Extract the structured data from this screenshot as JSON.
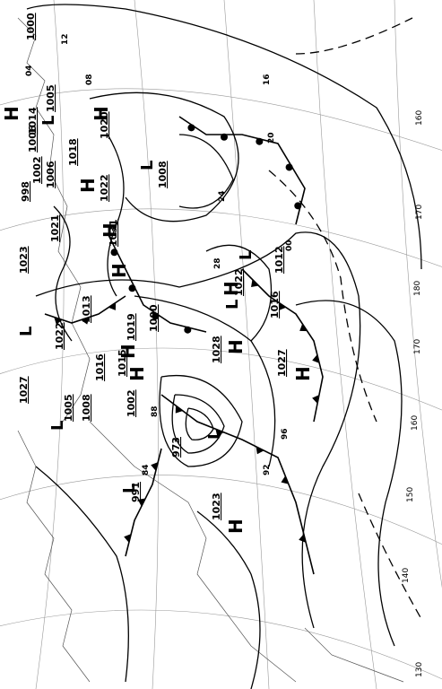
{
  "map": {
    "title_block": "",
    "highs": [
      "H",
      "H",
      "H",
      "H",
      "H",
      "H",
      "H",
      "H",
      "H",
      "H",
      "H"
    ],
    "lows": [
      "L",
      "L",
      "L",
      "L",
      "L",
      "L",
      "L",
      "L"
    ],
    "pressures_underlined": [
      "1000",
      "1014",
      "1005",
      "1006",
      "1002",
      "1020",
      "1018",
      "1022",
      "1008",
      "1006",
      "998",
      "1021",
      "1031",
      "1023",
      "1012",
      "1022",
      "1016",
      "1013",
      "1028",
      "1027",
      "1019",
      "1000",
      "1027",
      "1022",
      "1015",
      "1016",
      "1008",
      "1005",
      "1002",
      "973",
      "991",
      "1023"
    ],
    "isobar_values": [
      "12",
      "08",
      "04",
      "16",
      "20",
      "24",
      "28",
      "00",
      "96",
      "92",
      "88",
      "84"
    ],
    "longitudes": [
      "160",
      "170",
      "180",
      "170",
      "160",
      "150",
      "140",
      "130"
    ],
    "legend_note": ""
  }
}
